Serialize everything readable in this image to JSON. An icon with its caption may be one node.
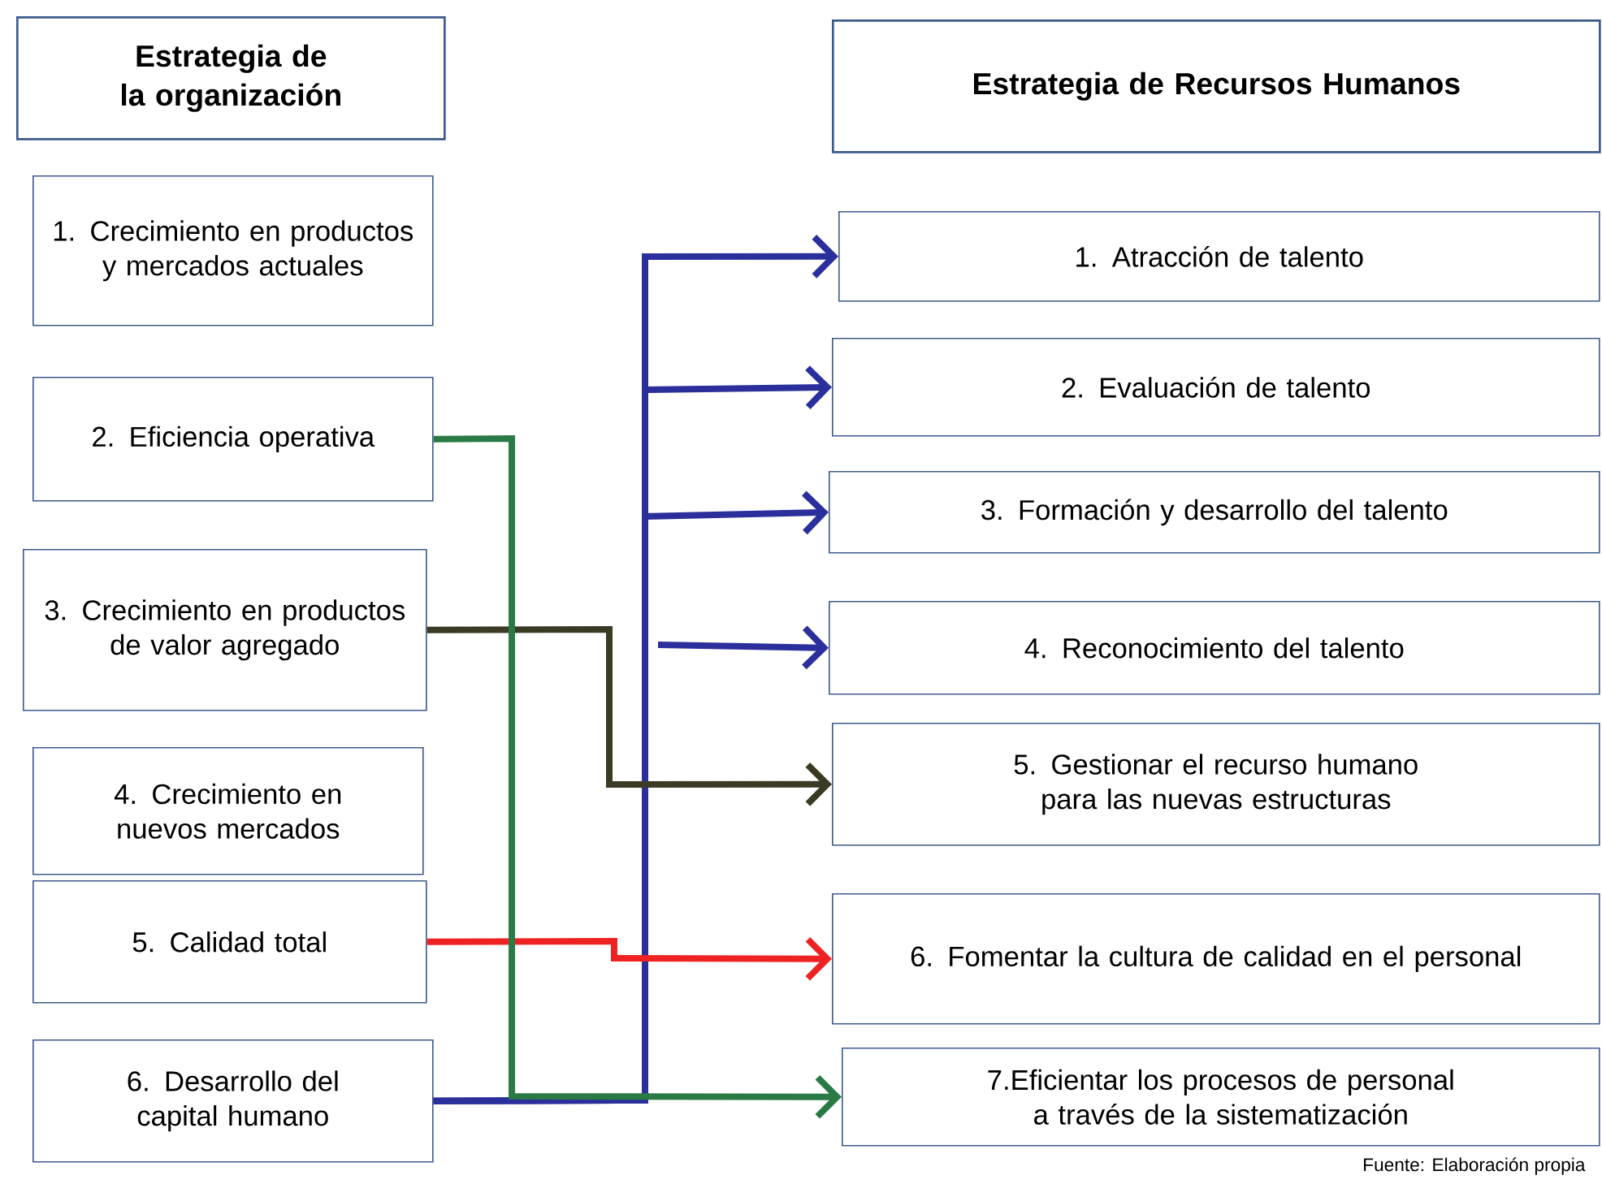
{
  "diagram": {
    "nodes": [
      {
        "text": [
          "Estrategia de la organización"
        ]
      },
      {
        "text": [
          "1. Crecimiento en productos y mercados actuales"
        ]
      },
      {
        "text": [
          "2. Eficiencia operativa"
        ]
      },
      {
        "text": [
          "3. Crecimiento en productos de valor agregado"
        ]
      },
      {
        "text": [
          "4. Crecimiento en nuevos mercados"
        ]
      },
      {
        "text": [
          "5. Calidad total"
        ]
      },
      {
        "text": [
          "6. Desarrollo del capital humano"
        ]
      },
      {
        "text": [
          "Estrategia de Recursos Humanos"
        ]
      },
      {
        "text": [
          "1. Atracción de talento"
        ]
      },
      {
        "text": [
          "2. Evaluación de talento"
        ]
      },
      {
        "text": [
          "3. Formación y desarrollo del talento"
        ]
      },
      {
        "text": [
          "4. Reconocimiento del talento"
        ]
      },
      {
        "text": [
          "5. Gestionar el recurso humano para las nuevas estructuras"
        ]
      },
      {
        "text": [
          "6. Fomentar la cultura de calidad en el personal"
        ]
      },
      {
        "text": [
          "7.Eficientar los procesos de personal a través de la sistematización"
        ]
      }
    ],
    "edges": [
      {
        "from": 6,
        "to": 8,
        "arrow": "to"
      },
      {
        "from": 6,
        "to": 9,
        "arrow": "to"
      },
      {
        "from": 6,
        "to": 10,
        "arrow": "to"
      },
      {
        "from": null,
        "to": 11,
        "arrow": "to"
      },
      {
        "from": 3,
        "to": 12,
        "arrow": "to",
        "color": "#3b3a22"
      },
      {
        "from": 5,
        "to": 13,
        "arrow": "to",
        "color": "#ee2222"
      },
      {
        "from": 2,
        "to": 14,
        "arrow": "to",
        "color": "#2a7a45"
      }
    ],
    "caption": "Fuente: Elaboración propia"
  }
}
